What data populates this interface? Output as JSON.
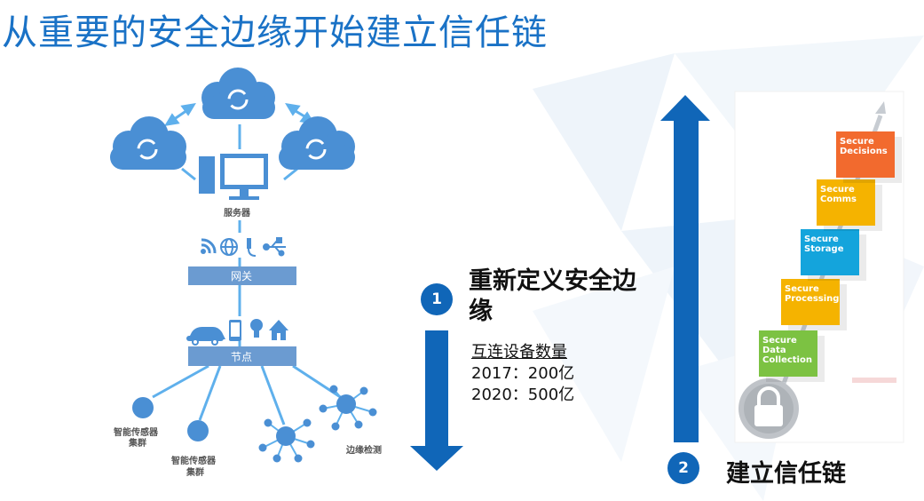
{
  "title": "从重要的安全边缘开始建立信任链",
  "left_diagram": {
    "server_label": "服务器",
    "gateway_label": "网关",
    "nodes_label": "节点",
    "cluster_labels": [
      "智能传感器集群",
      "智能传感器集群"
    ],
    "edge_label": "边缘检测",
    "icons": [
      "cloud-sync-icon",
      "computer-icon",
      "wifi-icon",
      "globe-icon",
      "plug-icon",
      "usb-icon",
      "car-icon",
      "phone-icon",
      "bulb-icon",
      "house-icon"
    ]
  },
  "step1": {
    "number": "1",
    "title": "重新定义安全边缘",
    "stats_header": "互连设备数量",
    "stats": [
      "2017：200亿",
      "2020：500亿"
    ]
  },
  "step2": {
    "number": "2",
    "title": "建立信任链"
  },
  "chain_steps": [
    {
      "label": "Secure Data Collection",
      "color": "#7cc242"
    },
    {
      "label": "Secure Processing",
      "color": "#f5b300"
    },
    {
      "label": "Secure Storage",
      "color": "#14a4dc"
    },
    {
      "label": "Secure Comms",
      "color": "#f5b300"
    },
    {
      "label": "Secure Decisions",
      "color": "#f26a2e"
    }
  ],
  "colors": {
    "accent": "#1066b8",
    "title": "#1a72c6",
    "bar": "#6b9bd1",
    "line": "#5fb0ec"
  }
}
